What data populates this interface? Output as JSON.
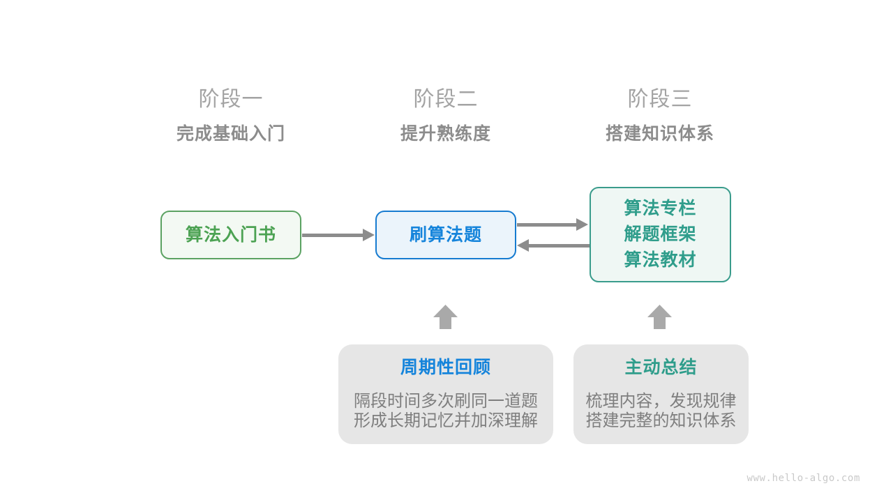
{
  "stages": [
    {
      "label": "阶段一",
      "subtitle": "完成基础入门"
    },
    {
      "label": "阶段二",
      "subtitle": "提升熟练度"
    },
    {
      "label": "阶段三",
      "subtitle": "搭建知识体系"
    }
  ],
  "flow": {
    "intro_book": {
      "label": "算法入门书"
    },
    "practice": {
      "label": "刷算法题"
    },
    "resources": {
      "lines": [
        "算法专栏",
        "解题框架",
        "算法教材"
      ]
    }
  },
  "notes": [
    {
      "title": "周期性回顾",
      "lines": [
        "隔段时间多次刷同一道题",
        "形成长期记忆并加深理解"
      ]
    },
    {
      "title": "主动总结",
      "lines": [
        "梳理内容，发现规律",
        "搭建完整的知识体系"
      ]
    }
  ],
  "watermark": "www.hello-algo.com",
  "colors": {
    "green": "#4ca253",
    "blue": "#1584db",
    "teal": "#2f9d8b",
    "arrow_gray": "#8c8c8c",
    "up_arrow_gray": "#a9a9a9",
    "note_background": "#e6e6e6",
    "stage_label_gray": "#a3a3a3",
    "body_text_gray": "#7e7e7e"
  }
}
